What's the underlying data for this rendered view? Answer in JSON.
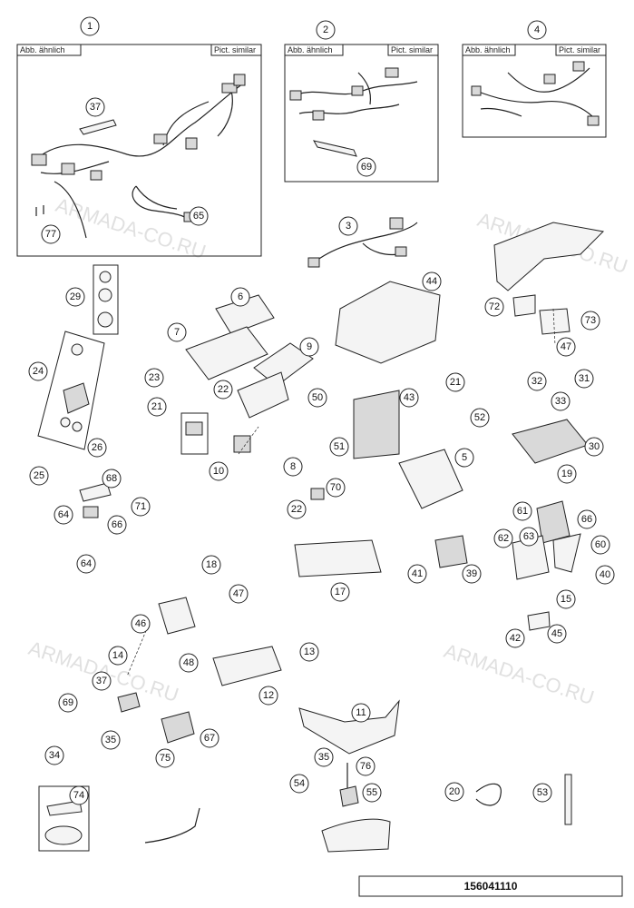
{
  "box_labels": {
    "left": "Abb. ähnlich",
    "right": "Pict. similar"
  },
  "watermark": "ARMADA-CO.RU",
  "drawing_code": "156041110",
  "callouts": [
    "1",
    "2",
    "4",
    "37",
    "65",
    "77",
    "69",
    "3",
    "44",
    "6",
    "7",
    "9",
    "29",
    "72",
    "73",
    "47",
    "24",
    "23",
    "21",
    "22",
    "50",
    "43",
    "21",
    "52",
    "32",
    "31",
    "33",
    "10",
    "8",
    "51",
    "26",
    "30",
    "25",
    "5",
    "19",
    "68",
    "64",
    "71",
    "66",
    "64",
    "70",
    "22",
    "61",
    "66",
    "63",
    "60",
    "62",
    "40",
    "41",
    "39",
    "17",
    "18",
    "47",
    "15",
    "46",
    "45",
    "42",
    "14",
    "48",
    "13",
    "37",
    "12",
    "69",
    "11",
    "35",
    "34",
    "67",
    "75",
    "35",
    "76",
    "74",
    "54",
    "55",
    "20",
    "53"
  ]
}
